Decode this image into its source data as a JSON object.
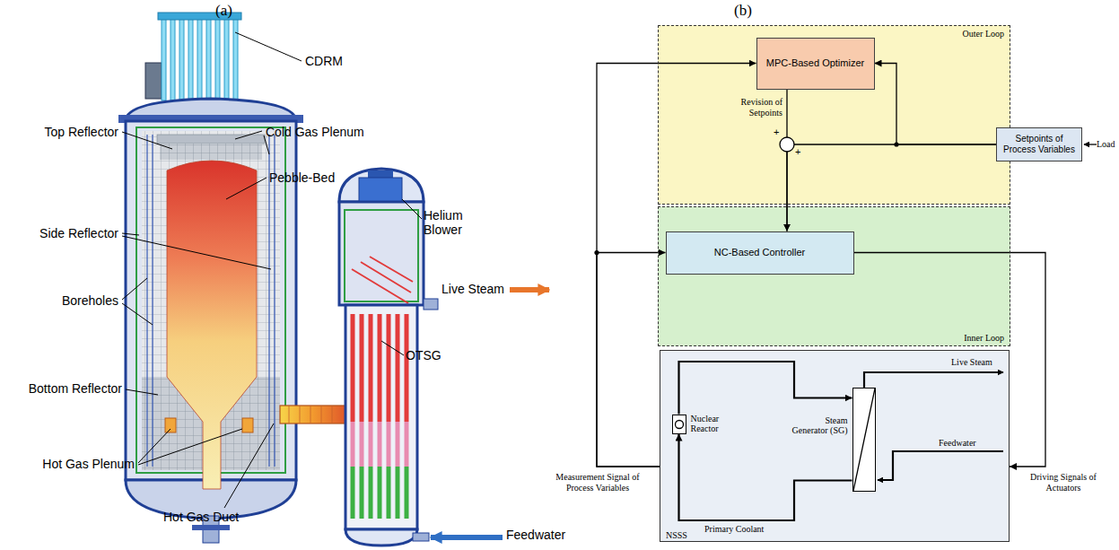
{
  "diagram": {
    "nodes": [
      {
        "text": [
          "Outer Loop"
        ]
      },
      {
        "text": [
          "MPC-Based Optimizer"
        ],
        "in": 0
      },
      {
        "text": [
          "Inner Loop"
        ]
      },
      {
        "text": [
          "NC-Based Controller"
        ],
        "in": 2
      },
      {
        "text": [
          "Setpoints of Process Variables"
        ]
      },
      {
        "text": [
          "NSSS"
        ]
      },
      {
        "text": [
          "Nuclear Reactor"
        ],
        "in": 5
      },
      {
        "text": [
          "Steam Generator (SG)"
        ],
        "in": 5
      }
    ],
    "edges": [
      {
        "from": 1,
        "to": 3,
        "arrow": "to",
        "label": "Revision of Setpoints"
      },
      {
        "from": 4,
        "to": 3,
        "arrow": "to"
      },
      {
        "from": 4,
        "to": 1,
        "arrow": "to"
      },
      {
        "from": 5,
        "to": 1,
        "arrow": "to",
        "label": "Measurement Signal of Process Variables"
      },
      {
        "from": 5,
        "to": 3,
        "arrow": "to"
      },
      {
        "from": 3,
        "to": 5,
        "arrow": "to",
        "label": "Driving Signals of Actuators"
      },
      {
        "from": 6,
        "to": 7,
        "arrow": "to"
      },
      {
        "from": 7,
        "to": 6,
        "arrow": "to"
      }
    ],
    "labels": [
      "(a)",
      "(b)",
      "CDRM",
      "Top Reflector",
      "Cold Gas Plenum",
      "Pebble-Bed",
      "Side Reflector",
      "Boreholes",
      "Bottom Reflector",
      "Hot Gas Plenum",
      "Hot Gas Duct",
      "Helium Blower",
      "Live Steam",
      "OTSG",
      "Feedwater",
      "+",
      "+",
      "Load",
      "Live Steam",
      "Feedwater",
      "Primary Coolant"
    ]
  }
}
